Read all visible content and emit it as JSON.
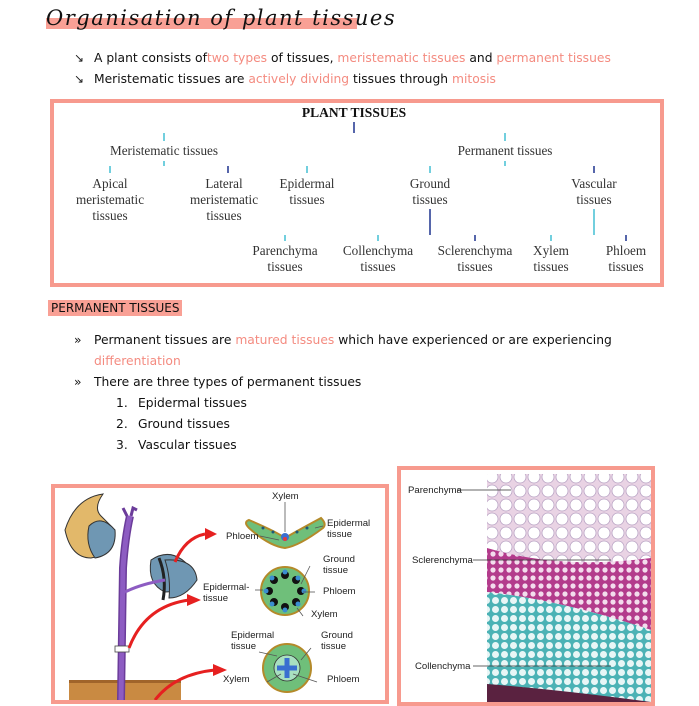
{
  "title": "Organisation of plant tissues",
  "intro_bullets": [
    {
      "icon": "arrow-down-right-icon",
      "parts": [
        {
          "text": "A plant consists of ",
          "hl": false
        },
        {
          "text": "two types",
          "hl": true
        },
        {
          "text": " of tissues, ",
          "hl": false
        },
        {
          "text": "meristematic tissues",
          "hl": true
        },
        {
          "text": " and ",
          "hl": false
        },
        {
          "text": "permanent tissues",
          "hl": true
        }
      ]
    },
    {
      "icon": "arrow-down-right-icon",
      "parts": [
        {
          "text": "Meristematic tissues are ",
          "hl": false
        },
        {
          "text": "actively dividing",
          "hl": true
        },
        {
          "text": " tissues through ",
          "hl": false
        },
        {
          "text": "mitosis",
          "hl": true
        }
      ]
    }
  ],
  "tree": {
    "root": "PLANT TISSUES",
    "meristematic": "Meristematic tissues",
    "permanent": "Permanent tissues",
    "apical": [
      "Apical",
      "meristematic",
      "tissues"
    ],
    "lateral": [
      "Lateral",
      "meristematic",
      "tissues"
    ],
    "epidermal": [
      "Epidermal",
      "tissues"
    ],
    "ground": [
      "Ground",
      "tissues"
    ],
    "vascular": [
      "Vascular",
      "tissues"
    ],
    "parenchyma": [
      "Parenchyma",
      "tissues"
    ],
    "collenchyma": [
      "Collenchyma",
      "tissues"
    ],
    "sclerenchyma": [
      "Sclerenchyma",
      "tissues"
    ],
    "xylem": [
      "Xylem",
      "tissues"
    ],
    "phloem": [
      "Phloem",
      "tissues"
    ]
  },
  "section_header": "PERMANENT TISSUES",
  "perm_bullets": {
    "b1": [
      {
        "text": "Permanent tissues are ",
        "hl": false
      },
      {
        "text": "matured tissues",
        "hl": true
      },
      {
        "text": " which have experienced or are experiencing",
        "hl": false
      }
    ],
    "b1_cont": "differentiation",
    "b2": "There are three types of permanent tissues",
    "types": [
      {
        "n": "1.",
        "label": "Epidermal tissues"
      },
      {
        "n": "2.",
        "label": "Ground tissues"
      },
      {
        "n": "3.",
        "label": "Vascular tissues"
      }
    ],
    "mark": "»"
  },
  "plant_diagram": {
    "leaf": {
      "xylem": "Xylem",
      "phloem": "Phloem",
      "epidermal": "Epidermal",
      "epidermal2": "tissue"
    },
    "stem": {
      "ground": "Ground",
      "ground2": "tissue",
      "epidermal": "Epidermal-",
      "epidermal2": "tissue",
      "phloem": "Phloem",
      "xylem": "Xylem"
    },
    "root": {
      "epidermal": "Epidermal",
      "epidermal2": "tissue",
      "ground": "Ground",
      "ground2": "tissue",
      "xylem": "Xylem",
      "phloem": "Phloem"
    }
  },
  "micrograph": {
    "parenchyma": "Parenchyma",
    "sclerenchyma": "Sclerenchyma",
    "collenchyma": "Collenchyma"
  },
  "colors": {
    "accent": "#f79a8e",
    "highlight_text": "#f48b80",
    "tree_line_light": "#4fc3d6",
    "tree_line_dark": "#2c3f96"
  }
}
